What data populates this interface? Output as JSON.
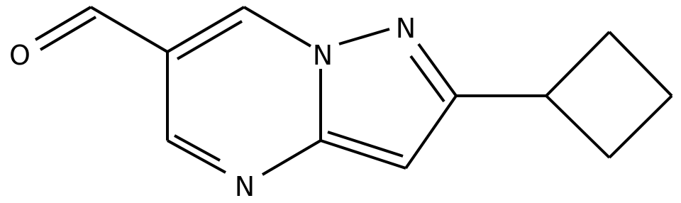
{
  "diagram": {
    "kind": "chemical-structure",
    "atoms": {
      "aldehyde_oxygen": "O",
      "bridgehead_nitrogen": "N",
      "pyrazole_nitrogen": "N",
      "pyrimidine_nitrogen": "N"
    },
    "colors": {
      "ink": "#000000",
      "background": "#ffffff"
    }
  }
}
